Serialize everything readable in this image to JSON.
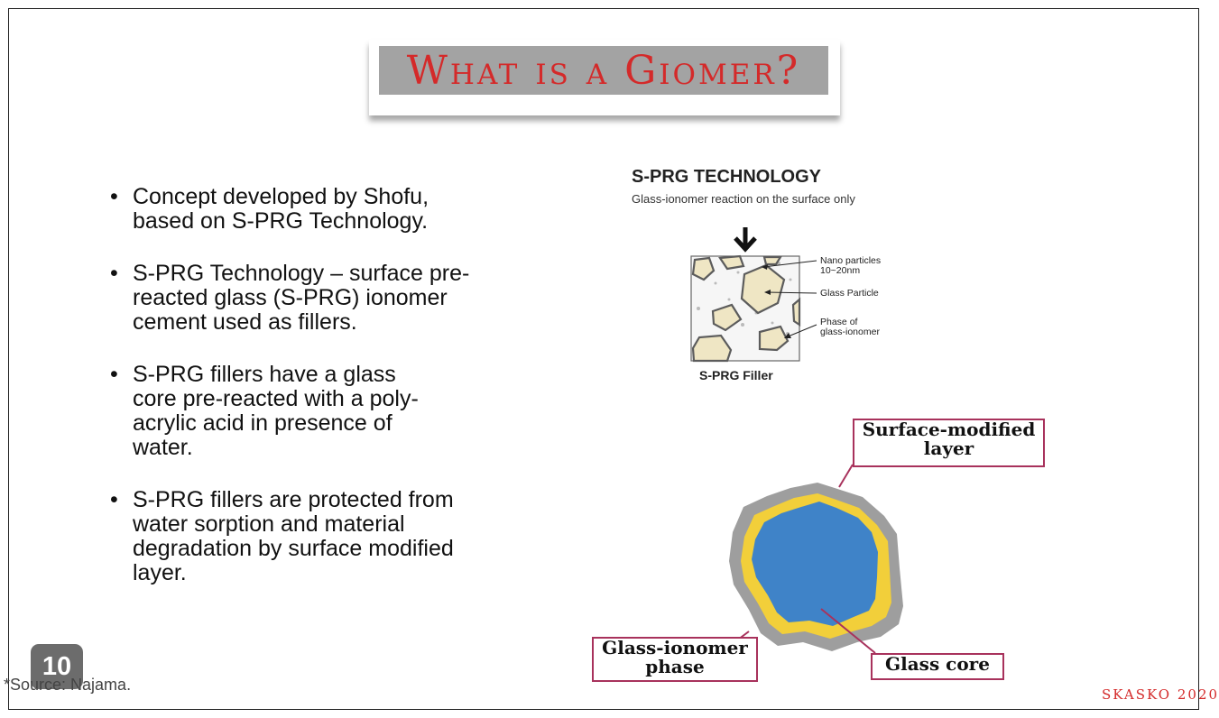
{
  "slide": {
    "title": "What is a Giomer?",
    "bullets": [
      {
        "lines": [
          "Concept developed by Shofu,",
          "based on  S-PRG Technology."
        ]
      },
      {
        "lines": [
          "S-PRG Technology – surface pre-",
          "reacted glass (S-PRG) ionomer",
          "cement used as fillers."
        ]
      },
      {
        "lines": [
          "S-PRG fillers have a glass",
          "core pre-reacted with a poly-",
          "acrylic acid in presence of",
          "water."
        ]
      },
      {
        "lines": [
          "S-PRG fillers are protected from",
          "water sorption and material",
          "degradation by surface modified",
          "layer."
        ]
      }
    ],
    "page_number": "10",
    "source": "*Source: Najama.",
    "footer_right": "SKASKO 2020"
  },
  "sprg_figure": {
    "title": "S-PRG TECHNOLOGY",
    "subtitle": "Glass-ionomer reaction on the surface only",
    "labels": {
      "nano_line1": "Nano particles",
      "nano_line2": "10~20nm",
      "glass_particle": "Glass Particle",
      "phase_line1": "Phase of",
      "phase_line2": "glass-ionomer"
    },
    "caption": "S-PRG Filler"
  },
  "giomer_figure": {
    "surface_line1": "Surface-modified",
    "surface_line2": "layer",
    "glass_ionomer_line1": "Glass-ionomer",
    "glass_ionomer_line2": "phase",
    "glass_core": "Glass core",
    "colors": {
      "core": "#3f83c8",
      "ionomer": "#f2cf3a",
      "surface": "#9e9e9e"
    }
  }
}
